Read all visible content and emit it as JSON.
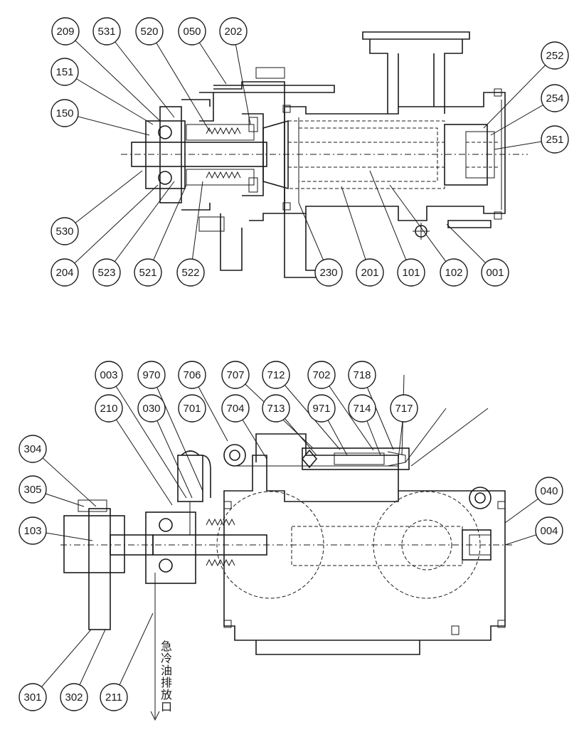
{
  "drawing": {
    "upper_view": {
      "labels": [
        "209",
        "531",
        "520",
        "050",
        "202",
        "151",
        "150",
        "530",
        "204",
        "523",
        "521",
        "522",
        "230",
        "201",
        "101",
        "102",
        "001",
        "252",
        "254",
        "251"
      ]
    },
    "lower_view": {
      "labels": [
        "003",
        "970",
        "706",
        "707",
        "712",
        "702",
        "718",
        "210",
        "030",
        "701",
        "704",
        "713",
        "971",
        "714",
        "717",
        "304",
        "305",
        "103",
        "040",
        "004",
        "301",
        "302",
        "211"
      ]
    },
    "drain_annotation": "急冷油排放口"
  }
}
